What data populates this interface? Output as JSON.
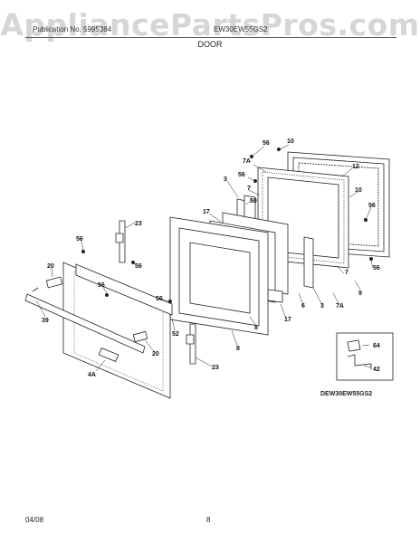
{
  "watermark": "AppliancePartsPros.com",
  "header": {
    "left_text": "Publication No. 5995384",
    "model_text": "EW30EW55GS2",
    "section_title": "DOOR"
  },
  "callouts": {
    "c56_top": "56",
    "c10_top": "10",
    "c7A_top": "7A",
    "c56_b": "56",
    "c12": "12",
    "c3_top": "3",
    "c7_top": "7",
    "c50": "50",
    "c10_right": "10",
    "c56_right": "56",
    "c17_top": "17",
    "c23_top": "23",
    "c56_left": "56",
    "c20_left": "20",
    "c56_mid": "56",
    "c56_front": "56",
    "c56_center": "56",
    "c39": "39",
    "c7_right": "7",
    "c56_far_right": "56",
    "c9": "9",
    "c8_mid": "8",
    "c17_mid": "17",
    "c6": "6",
    "c3_right": "3",
    "c7A_right": "7A",
    "c52": "52",
    "c20_right": "20",
    "c8_bottom": "8",
    "c4A": "4A",
    "c23_bottom": "23",
    "c64": "64",
    "c42": "42"
  },
  "diagram_code": "DEW30EW55GS2",
  "footer": {
    "date": "04/08",
    "page": "8"
  }
}
